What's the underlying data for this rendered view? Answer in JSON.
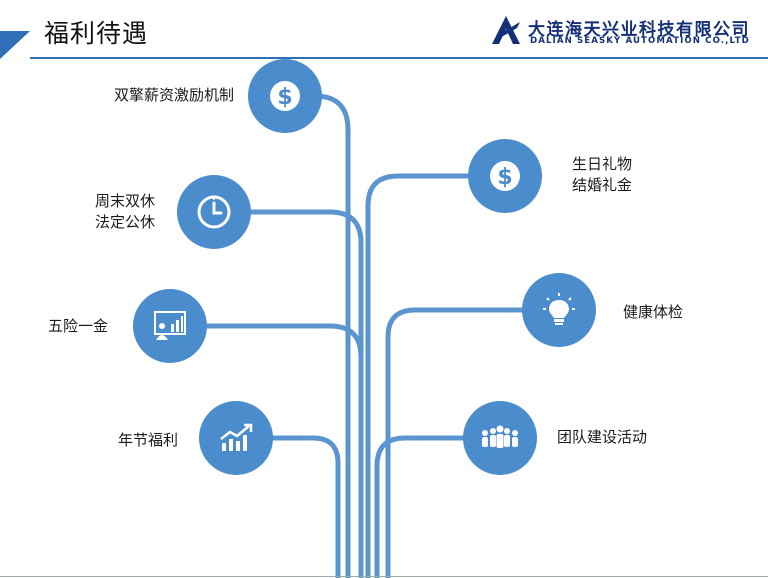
{
  "header": {
    "title": "福利待遇",
    "company_cn": "大连海天兴业科技有限公司",
    "company_en": "DALIAN SEASKY AUTOMATION CO.,LTD",
    "accent_color": "#2e6fb7",
    "brand_color": "#15307a"
  },
  "diagram": {
    "node_color": "#4a8ccc",
    "branch_color": "#5b95cf",
    "nodes": [
      {
        "id": "bonus",
        "icon": "dollar-icon",
        "lines": [
          "双擎薪资激励机制"
        ]
      },
      {
        "id": "vacation",
        "icon": "clock-icon",
        "lines": [
          "周末双休",
          "法定公休"
        ]
      },
      {
        "id": "insurance",
        "icon": "presentation-chart-icon",
        "lines": [
          "五险一金"
        ]
      },
      {
        "id": "holiday",
        "icon": "growth-chart-icon",
        "lines": [
          "年节福利"
        ]
      },
      {
        "id": "gifts",
        "icon": "dollar-icon",
        "lines": [
          "生日礼物",
          "结婚礼金"
        ]
      },
      {
        "id": "health",
        "icon": "lightbulb-icon",
        "lines": [
          "健康体检"
        ]
      },
      {
        "id": "team",
        "icon": "team-icon",
        "lines": [
          "团队建设活动"
        ]
      }
    ]
  }
}
